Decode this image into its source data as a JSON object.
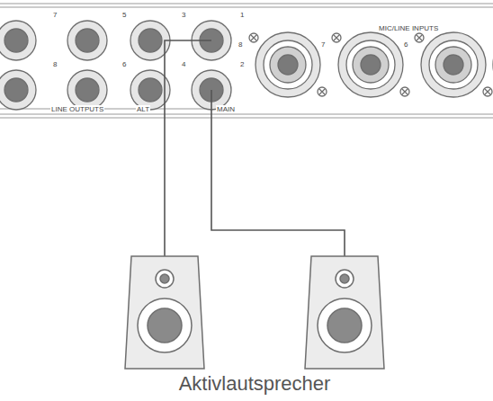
{
  "diagram": {
    "caption": "Aktivlautsprecher",
    "labels": [
      "7",
      "5",
      "3",
      "1",
      "MIC/LINE INPUTS",
      "8",
      "7",
      "6",
      "8",
      "6",
      "4",
      "2",
      "LINE OUTPUTS",
      "ALT",
      "MAIN"
    ]
  }
}
